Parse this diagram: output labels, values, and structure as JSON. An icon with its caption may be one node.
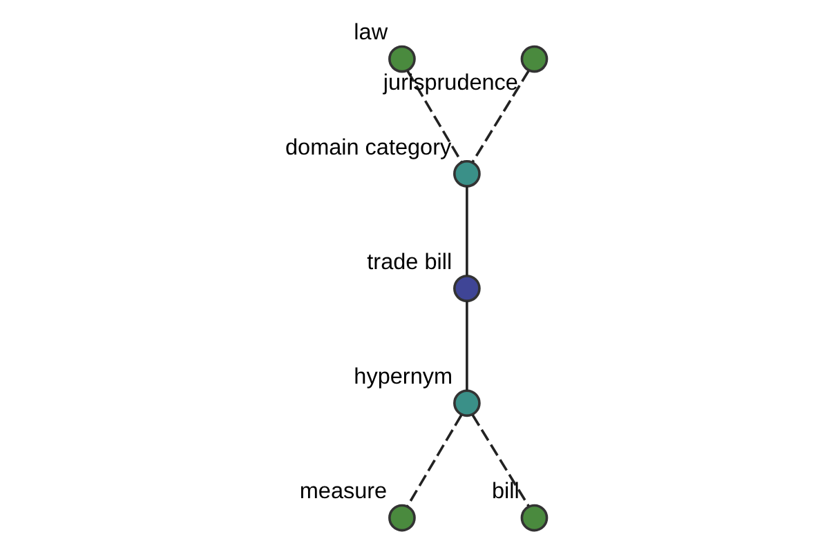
{
  "diagram": {
    "nodes": [
      {
        "text": [
          "law"
        ]
      },
      {
        "text": [
          "jurisprudence"
        ]
      },
      {
        "text": [
          "domain category"
        ]
      },
      {
        "text": [
          "trade bill"
        ]
      },
      {
        "text": [
          "hypernym"
        ]
      },
      {
        "text": [
          "measure"
        ]
      },
      {
        "text": [
          "bill"
        ]
      }
    ],
    "edges": [
      {
        "from": 0,
        "to": 2,
        "arrow": "none",
        "style": "dashed"
      },
      {
        "from": 1,
        "to": 2,
        "arrow": "none",
        "style": "dashed"
      },
      {
        "from": 2,
        "to": 3,
        "arrow": "none"
      },
      {
        "from": 3,
        "to": 4,
        "arrow": "none"
      },
      {
        "from": 4,
        "to": 5,
        "arrow": "none",
        "style": "dashed"
      },
      {
        "from": 4,
        "to": 6,
        "arrow": "none",
        "style": "dashed"
      }
    ]
  }
}
